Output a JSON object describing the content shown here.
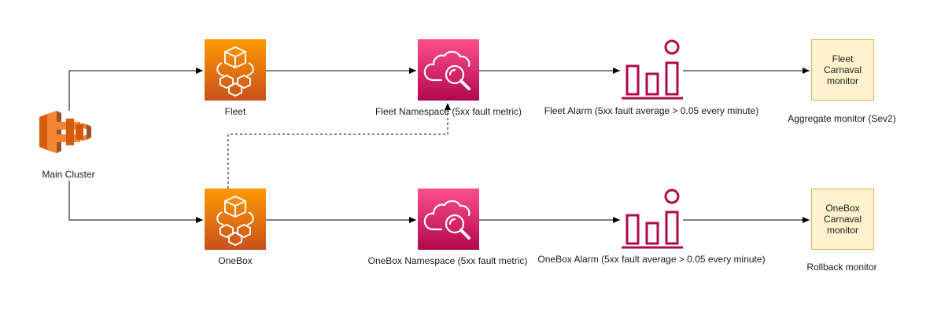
{
  "nodes": {
    "main_cluster": {
      "label": "Main Cluster"
    },
    "fleet": {
      "label": "Fleet"
    },
    "onebox": {
      "label": "OneBox"
    },
    "fleet_namespace": {
      "label": "Fleet Namespace (5xx fault metric)"
    },
    "onebox_namespace": {
      "label": "OneBox Namespace (5xx fault metric)"
    },
    "fleet_alarm": {
      "label": "Fleet Alarm (5xx fault average > 0.05 every minute)"
    },
    "onebox_alarm": {
      "label": "OneBox Alarm (5xx fault average > 0.05 every minute)"
    },
    "fleet_monitor": {
      "text": "Fleet\nCarnaval\nmonitor",
      "caption": "Aggregate monitor (Sev2)"
    },
    "onebox_monitor": {
      "text": "OneBox\nCarnaval\nmonitor",
      "caption": "Rollback monitor"
    }
  },
  "colors": {
    "compute_orange": "#f58536",
    "compute_dark": "#d45b07",
    "namespace_pink": "#e7157b",
    "namespace_dark": "#c7105f",
    "alarm_magenta": "#b0084d",
    "note_fill": "#fff2cc",
    "note_border": "#d6b656",
    "edge": "#000000"
  },
  "icons": {
    "main_cluster": "ecs-cluster-icon",
    "fleet": "ec2-fleet-icon",
    "onebox": "ec2-fleet-icon",
    "namespace": "cloud-search-icon",
    "alarm": "alarm-chart-icon"
  }
}
